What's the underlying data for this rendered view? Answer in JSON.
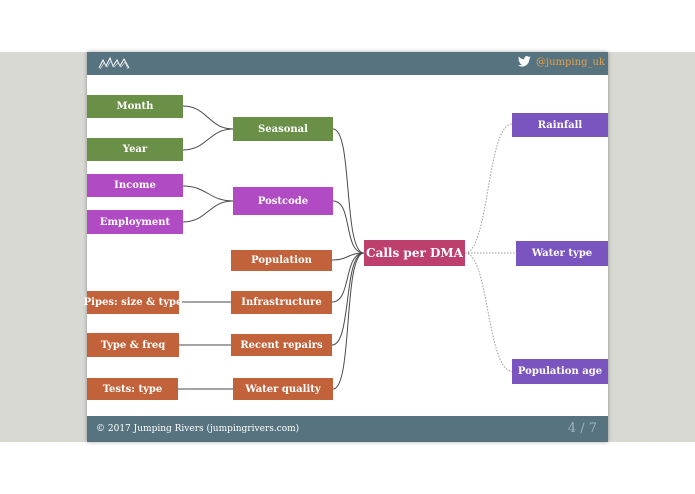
{
  "header": {
    "twitter_handle": "@jumping_uk"
  },
  "footer": {
    "copyright": "© 2017 Jumping Rivers (jumpingrivers.com)",
    "page": "4 / 7"
  },
  "diagram": {
    "center": "Calls per DMA",
    "inputs": {
      "month": "Month",
      "year": "Year",
      "income": "Income",
      "employment": "Employment",
      "pipes": "Pipes: size & type",
      "type_freq": "Type & freq",
      "tests": "Tests: type"
    },
    "mid": {
      "seasonal": "Seasonal",
      "postcode": "Postcode",
      "population": "Population",
      "infrastructure": "Infrastructure",
      "recent_repairs": "Recent repairs",
      "water_quality": "Water quality"
    },
    "outputs": {
      "rainfall": "Rainfall",
      "water_type": "Water type",
      "population_age": "Population age"
    }
  },
  "colors": {
    "header": "#587380",
    "handle": "#e2a24a",
    "green": "#6a8f47",
    "purple": "#b14bc3",
    "orange": "#c1623a",
    "violet": "#7a55c0",
    "center": "#bd3f6e"
  }
}
